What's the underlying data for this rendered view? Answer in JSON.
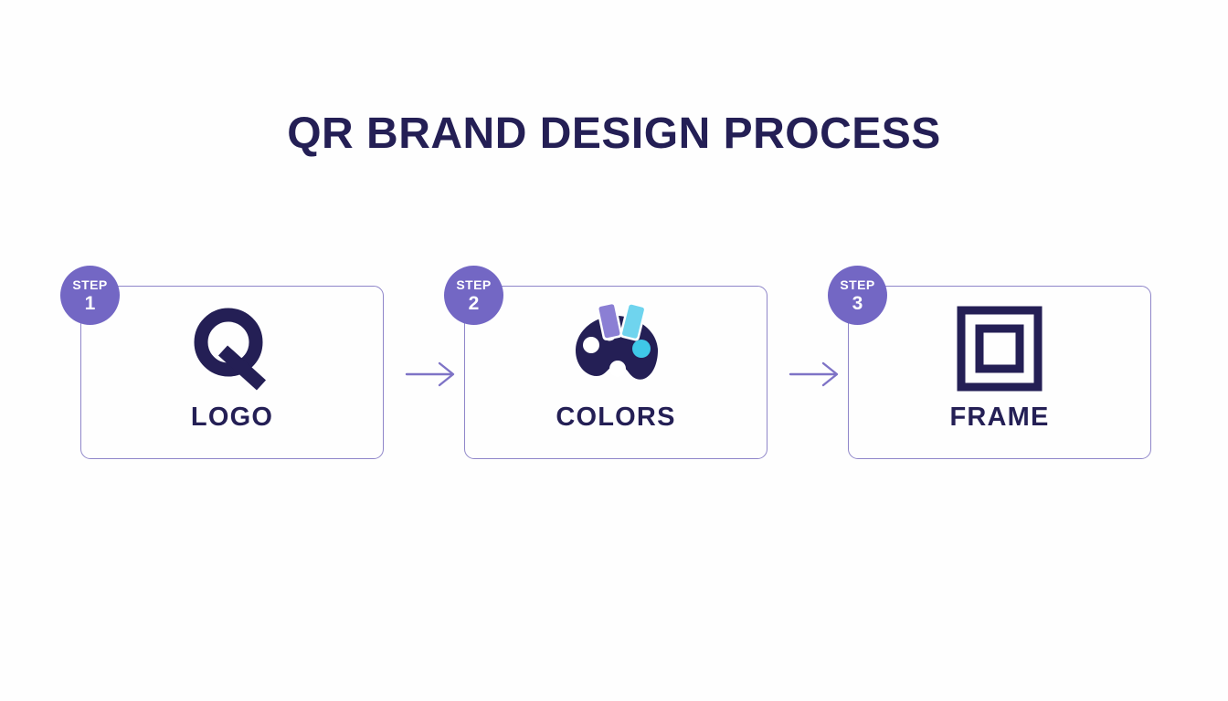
{
  "slide": {
    "title": "QR BRAND DESIGN PROCESS",
    "background_color": "#fefefe",
    "title_color": "#241F55",
    "accent_purple": "#7367C4",
    "border_purple": "#8f86c9",
    "navy": "#241F55"
  },
  "badge_word": "STEP",
  "steps": [
    {
      "badge_word": "STEP",
      "number": "1",
      "label": "LOGO",
      "icon": "letter-q-logo-icon",
      "icon_colors": {
        "glyph": "#241F55"
      }
    },
    {
      "badge_word": "STEP",
      "number": "2",
      "label": "COLORS",
      "icon": "paint-palette-icon",
      "icon_colors": {
        "palette": "#241F55",
        "swatch_purple": "#8B7FD4",
        "swatch_blue": "#6FD4EE",
        "well_cyan": "#3FC8E8",
        "well_white": "#ffffff"
      }
    },
    {
      "badge_word": "STEP",
      "number": "3",
      "label": "FRAME",
      "icon": "square-frame-icon",
      "icon_colors": {
        "stroke": "#241F55"
      }
    }
  ],
  "connectors": [
    {
      "name": "arrow-right-1",
      "glyph": "arrow-right-icon"
    },
    {
      "name": "arrow-right-2",
      "glyph": "arrow-right-icon"
    }
  ]
}
